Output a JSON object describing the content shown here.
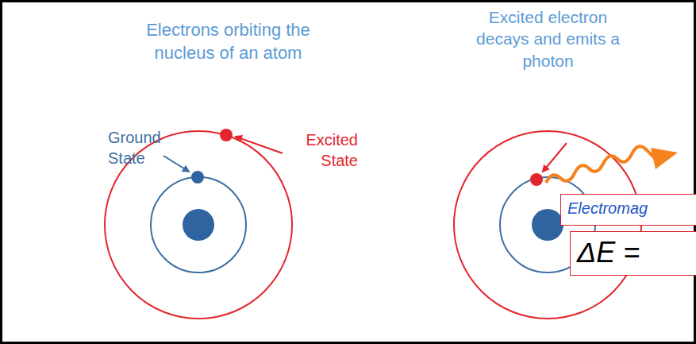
{
  "diagram": {
    "nodes": [
      {
        "text": [
          "Electromag"
        ]
      },
      {
        "text": [
          "ΔE ="
        ]
      }
    ],
    "labels": [
      "Electrons orbiting the nucleus of an atom",
      "Ground State",
      "Excited State",
      "Excited electron decays and emits a photon"
    ]
  }
}
